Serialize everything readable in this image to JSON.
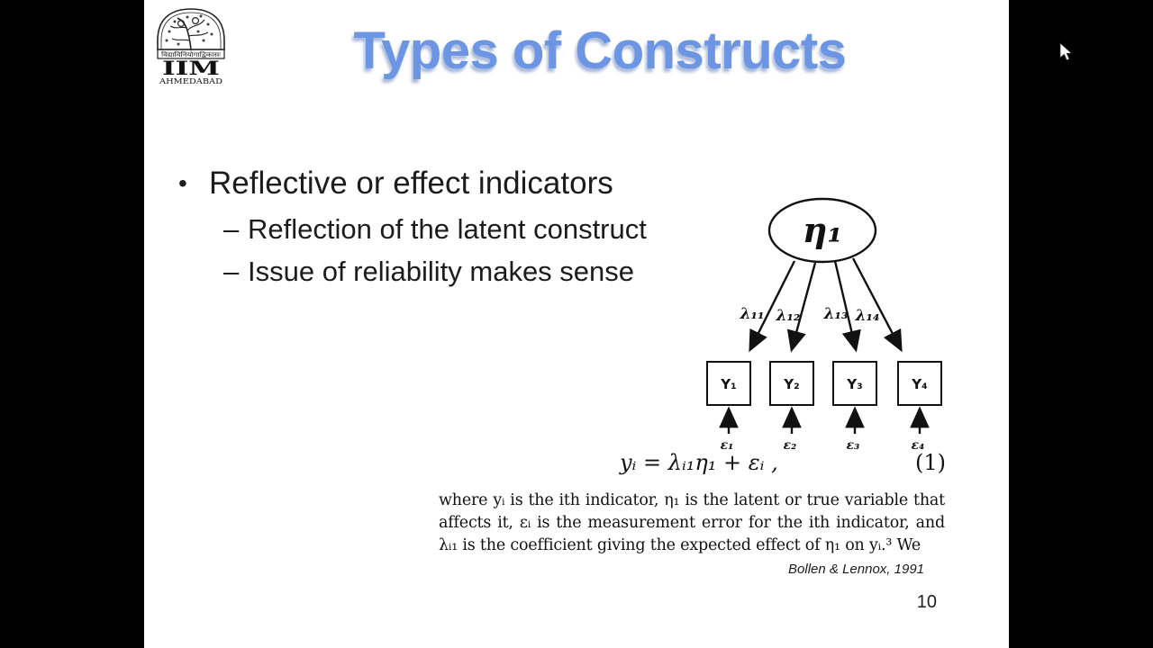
{
  "slide": {
    "title": "Types of Constructs",
    "page_number": "10",
    "citation": "Bollen & Lennox, 1991"
  },
  "logo": {
    "motto": "विद्याविनियोगाद्विकासः",
    "acronym": "IIM",
    "city": "AHMEDABAD"
  },
  "bullets": {
    "bullet_glyph": "•",
    "dash_glyph": "–",
    "level1": "Reflective or effect indicators",
    "level2": [
      "Reflection of the latent construct",
      "Issue of reliability makes sense"
    ]
  },
  "diagram": {
    "latent_label": "η₁",
    "loadings": [
      "λ₁₁",
      "λ₁₂",
      "λ₁₃",
      "λ₁₄"
    ],
    "indicators": [
      "Y₁",
      "Y₂",
      "Y₃",
      "Y₄"
    ],
    "errors": [
      "ε₁",
      "ε₂",
      "ε₃",
      "ε₄"
    ]
  },
  "equation": {
    "body": "yᵢ = λᵢ₁η₁ + εᵢ ,",
    "number": "(1)"
  },
  "paragraph": {
    "lines": [
      "where yᵢ is the ith indicator, η₁ is the latent or true variable that",
      "affects it, εᵢ is the measurement error for the ith indicator, and",
      "λᵢ₁ is the coefficient giving the expected effect of η₁ on yᵢ.³ We"
    ]
  },
  "colors": {
    "title_blue": "#6c95e4",
    "letterbox": "#000000",
    "slide_bg": "#ffffff"
  }
}
